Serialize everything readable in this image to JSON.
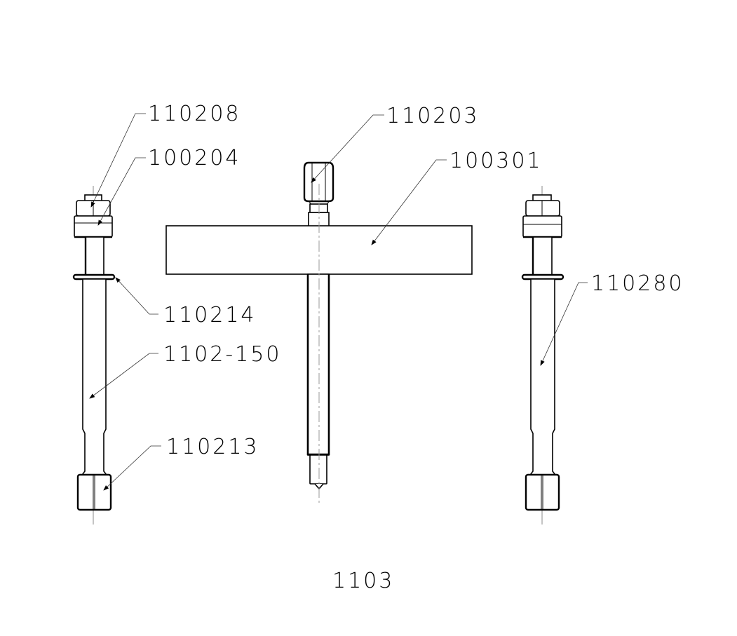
{
  "drawing": {
    "title": "1103",
    "callouts": [
      {
        "id": "110208",
        "label": "110208",
        "target": "hex nut (left bolt top)"
      },
      {
        "id": "100204",
        "label": "100204",
        "target": "collar (left bolt top)"
      },
      {
        "id": "110203",
        "label": "110203",
        "target": "center screw hex head"
      },
      {
        "id": "100301",
        "label": "100301",
        "target": "cross bar"
      },
      {
        "id": "110214",
        "label": "110214",
        "target": "washer (left bolt)"
      },
      {
        "id": "1102-150",
        "label": "1102-150",
        "target": "leg rod (left)"
      },
      {
        "id": "110213",
        "label": "110213",
        "target": "hex foot nut (left)"
      },
      {
        "id": "110280",
        "label": "110280",
        "target": "leg rod (right)"
      }
    ],
    "colors": {
      "line": "#000000",
      "centerline": "#888888",
      "background": "#ffffff"
    }
  }
}
